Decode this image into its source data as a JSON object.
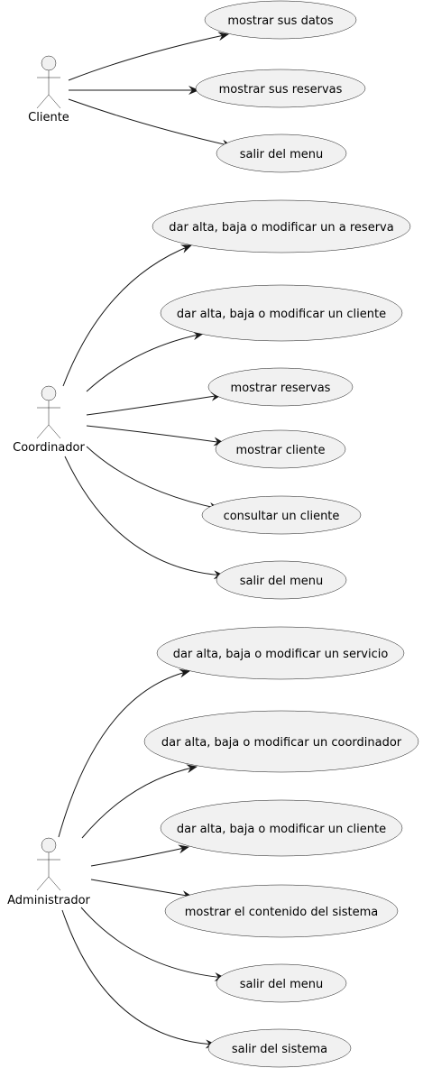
{
  "colors": {
    "usecase_fill": "#F1F1F1",
    "usecase_stroke": "#181818",
    "actor_fill": "#F1F1F1",
    "actor_stroke": "#181818",
    "arrow": "#181818"
  },
  "actors": [
    {
      "id": "cliente",
      "name": "Cliente"
    },
    {
      "id": "coordinador",
      "name": "Coordinador"
    },
    {
      "id": "administrador",
      "name": "Administrador"
    }
  ],
  "usecases": [
    {
      "id": "uc-cli-1",
      "label": "mostrar sus datos"
    },
    {
      "id": "uc-cli-2",
      "label": "mostrar sus reservas"
    },
    {
      "id": "uc-cli-3",
      "label": "salir del menu"
    },
    {
      "id": "uc-coo-1",
      "label": "dar alta, baja o modificar un a reserva"
    },
    {
      "id": "uc-coo-2",
      "label": "dar alta, baja o modificar un cliente"
    },
    {
      "id": "uc-coo-3",
      "label": "mostrar reservas"
    },
    {
      "id": "uc-coo-4",
      "label": "mostrar cliente"
    },
    {
      "id": "uc-coo-5",
      "label": "consultar un cliente"
    },
    {
      "id": "uc-coo-6",
      "label": "salir del menu"
    },
    {
      "id": "uc-adm-1",
      "label": "dar alta, baja o modificar un servicio"
    },
    {
      "id": "uc-adm-2",
      "label": "dar alta, baja o modificar un coordinador"
    },
    {
      "id": "uc-adm-3",
      "label": "dar alta, baja o modificar un cliente"
    },
    {
      "id": "uc-adm-4",
      "label": "mostrar el contenido del sistema"
    },
    {
      "id": "uc-adm-5",
      "label": "salir del menu"
    },
    {
      "id": "uc-adm-6",
      "label": "salir del sistema"
    }
  ]
}
